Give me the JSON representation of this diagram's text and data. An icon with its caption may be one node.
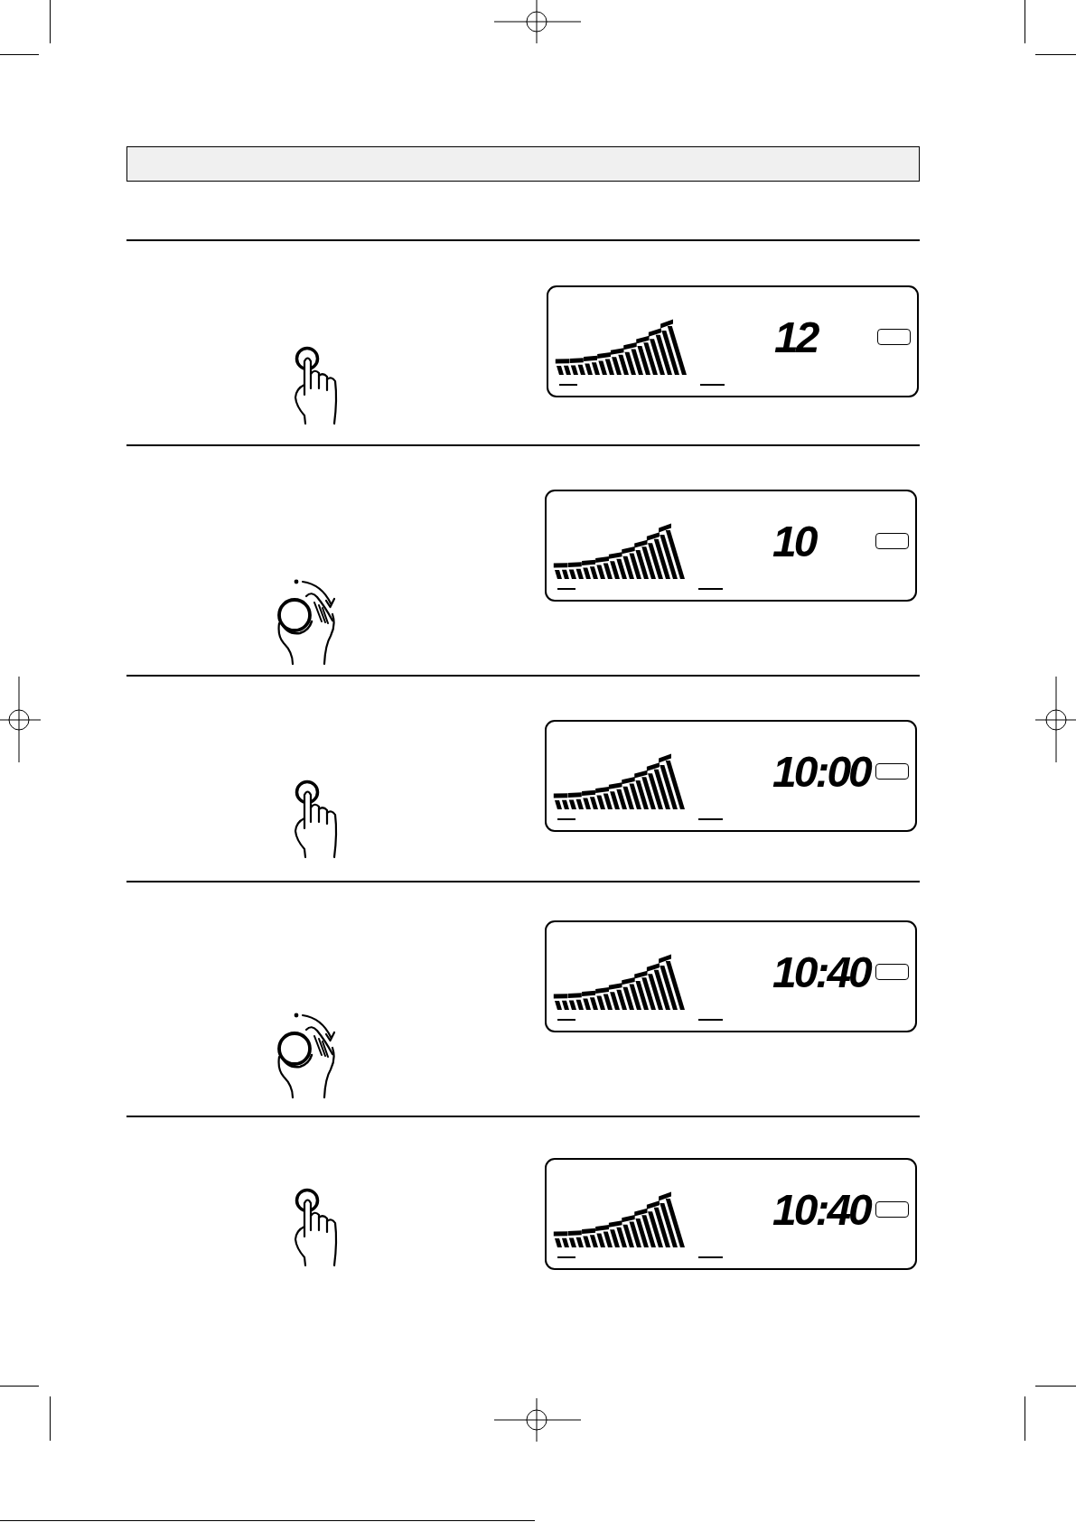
{
  "diagram": {
    "nodes": [
      {
        "text": [],
        "shape": "bar"
      },
      {
        "text": [
          "12"
        ]
      },
      {
        "text": [
          "10"
        ]
      },
      {
        "text": [
          "10:00"
        ]
      },
      {
        "text": [
          "10:40"
        ]
      },
      {
        "text": [
          "10:40"
        ]
      }
    ]
  }
}
